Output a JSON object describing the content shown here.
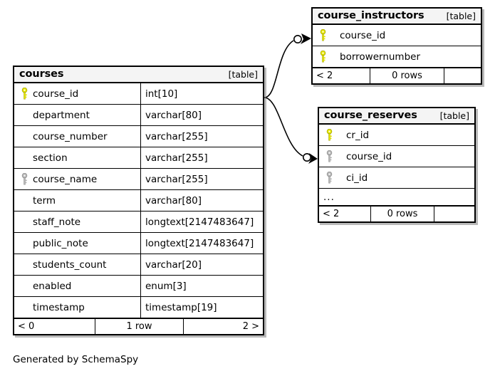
{
  "diagram": {
    "caption": "Generated by SchemaSpy",
    "kind_label": "[table]",
    "ellipsis": "...",
    "colors": {
      "primary_key": "#e8e800",
      "indexed_key": "#b0b0b0",
      "header_bg": "#f4f4f4",
      "border": "#000000",
      "canvas_bg": "#ffffff"
    }
  },
  "tables": {
    "courses": {
      "name": "courses",
      "kind": "[table]",
      "columns": [
        {
          "key": "primary",
          "name": "course_id",
          "type": "int[10]"
        },
        {
          "key": "none",
          "name": "department",
          "type": "varchar[80]"
        },
        {
          "key": "none",
          "name": "course_number",
          "type": "varchar[255]"
        },
        {
          "key": "none",
          "name": "section",
          "type": "varchar[255]"
        },
        {
          "key": "indexed",
          "name": "course_name",
          "type": "varchar[255]"
        },
        {
          "key": "none",
          "name": "term",
          "type": "varchar[80]"
        },
        {
          "key": "none",
          "name": "staff_note",
          "type": "longtext[2147483647]"
        },
        {
          "key": "none",
          "name": "public_note",
          "type": "longtext[2147483647]"
        },
        {
          "key": "none",
          "name": "students_count",
          "type": "varchar[20]"
        },
        {
          "key": "none",
          "name": "enabled",
          "type": "enum[3]"
        },
        {
          "key": "none",
          "name": "timestamp",
          "type": "timestamp[19]"
        }
      ],
      "footer": {
        "left": "< 0",
        "middle": "1 row",
        "right": "2 >"
      }
    },
    "course_instructors": {
      "name": "course_instructors",
      "kind": "[table]",
      "columns": [
        {
          "key": "primary",
          "name": "course_id"
        },
        {
          "key": "primary",
          "name": "borrowernumber"
        }
      ],
      "footer": {
        "left": "< 2",
        "middle": "0 rows",
        "right": ""
      }
    },
    "course_reserves": {
      "name": "course_reserves",
      "kind": "[table]",
      "columns": [
        {
          "key": "primary",
          "name": "cr_id"
        },
        {
          "key": "indexed",
          "name": "course_id"
        },
        {
          "key": "indexed",
          "name": "ci_id"
        }
      ],
      "has_ellipsis": true,
      "footer": {
        "left": "< 2",
        "middle": "0 rows",
        "right": ""
      }
    }
  },
  "relationships": [
    {
      "from": "courses.course_id",
      "to": "course_instructors.course_id",
      "from_cardinality": "one",
      "to_cardinality": "zero-or-more"
    },
    {
      "from": "courses.course_id",
      "to": "course_reserves.course_id",
      "from_cardinality": "one",
      "to_cardinality": "zero-or-more"
    }
  ]
}
